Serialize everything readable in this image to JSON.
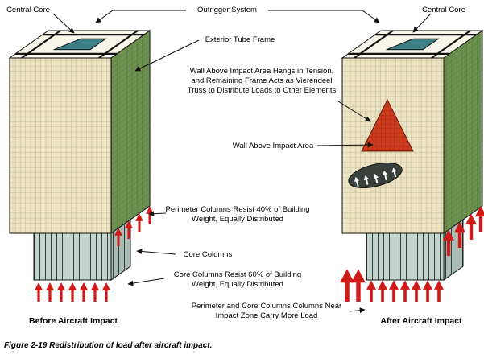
{
  "figure": {
    "caption": "Figure 2-19  Redistribution of load after aircraft impact."
  },
  "labels": {
    "central_core_left": "Central Core",
    "outrigger_system": "Outrigger System",
    "central_core_right": "Central Core",
    "exterior_tube_frame": "Exterior Tube Frame",
    "wall_tension": "Wall Above Impact Area Hangs in Tension, and Remaining Frame Acts as Vierendeel Truss to Distribute Loads to Other Elements",
    "wall_above_impact": "Wall Above Impact Area",
    "perimeter_columns": "Perimeter Columns Resist 40% of Building Weight, Equally Distributed",
    "core_columns": "Core Columns",
    "core_columns_resist": "Core Columns Resist 60% of Building Weight, Equally Distributed",
    "impact_zone": "Perimeter and Core Columns Columns Near Impact Zone Carry More Load",
    "before_label": "Before Aircraft Impact",
    "after_label": "After Aircraft Impact"
  },
  "colors": {
    "load_arrow_red": "#cf1a1a",
    "exterior_frame_green": "#6d9150",
    "wall_beige": "#ebe3c3",
    "central_core_teal": "#3d7f86",
    "impact_wall_red": "#cd3a1c",
    "core_columns_gray": "#c3d4cd"
  }
}
